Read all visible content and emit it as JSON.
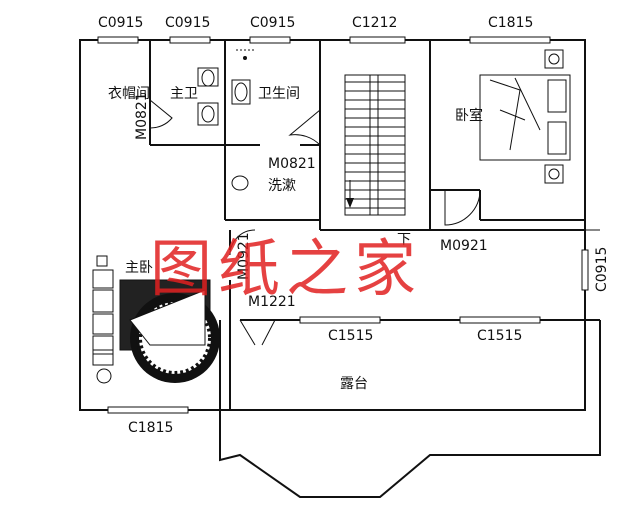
{
  "window_codes": {
    "top_1": "C0915",
    "top_2": "C0915",
    "top_3": "C0915",
    "top_stair": "C1212",
    "top_bedroom": "C1815",
    "right_side": "C0915",
    "mid_left": "C1515",
    "mid_right": "C1515",
    "bottom_left": "C1815"
  },
  "door_codes": {
    "closet": "M0821",
    "washroom": "M0821",
    "corridor": "M0921",
    "master": "M0921",
    "balcony": "M1221"
  },
  "rooms": {
    "closet": "衣帽间",
    "master_bath": "主卫",
    "bathroom": "卫生间",
    "washroom": "洗漱",
    "bedroom": "卧室",
    "master_bedroom": "主卧",
    "terrace": "露台"
  },
  "stair_arrow": "下",
  "watermark": "图纸之家"
}
